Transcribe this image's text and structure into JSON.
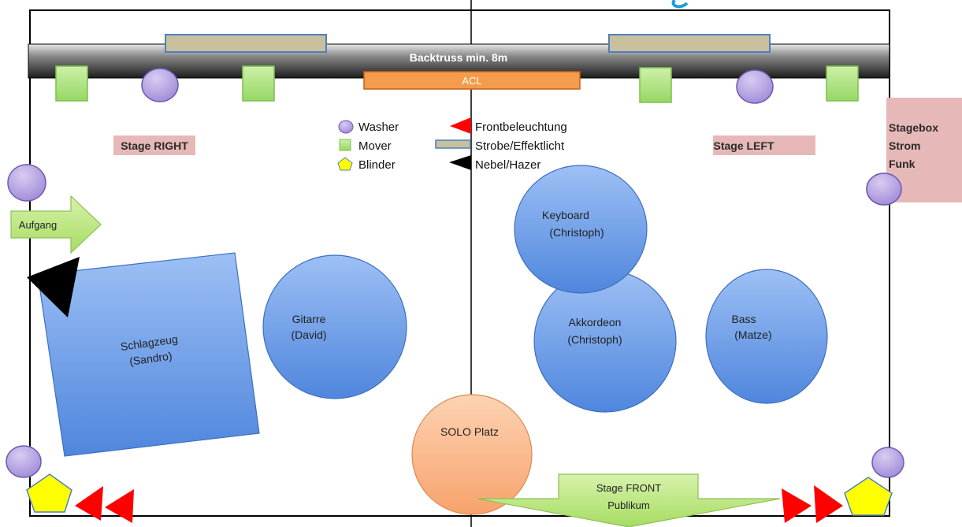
{
  "truss": {
    "label": "Backtruss min. 8m",
    "acl_label": "ACL"
  },
  "zones": {
    "stage_right": "Stage RIGHT",
    "stage_left": "Stage LEFT",
    "stagebox": [
      "Stagebox",
      "Strom",
      "Funk"
    ],
    "aufgang": "Aufgang",
    "front": [
      "Stage FRONT",
      "Publikum"
    ]
  },
  "legend": {
    "washer": "Washer",
    "mover": "Mover",
    "blinder": "Blinder",
    "front_light": "Frontbeleuchtung",
    "strobe": "Strobe/Effektlicht",
    "haze": "Nebel/Hazer"
  },
  "positions": {
    "drums": [
      "Schlagzeug",
      "(Sandro)"
    ],
    "guitar": [
      "Gitarre",
      "(David)"
    ],
    "keyboard": [
      "Keyboard",
      "(Christoph)"
    ],
    "accordion": [
      "Akkordeon",
      "(Christoph)"
    ],
    "bass": [
      "Bass",
      "(Matze)"
    ],
    "solo": "SOLO Platz"
  },
  "colors": {
    "washer": "#b49ee0",
    "mover": "#a8e07a",
    "blinder": "#ffff00",
    "front_light": "#ff0000",
    "strobe": "#c8bf9c",
    "acl": "#f59b4c",
    "musician": "#6d9ee8",
    "solo": "#fbb98a",
    "zone_label_bg": "#e6b8b7",
    "arrow": "#b7e27a"
  }
}
